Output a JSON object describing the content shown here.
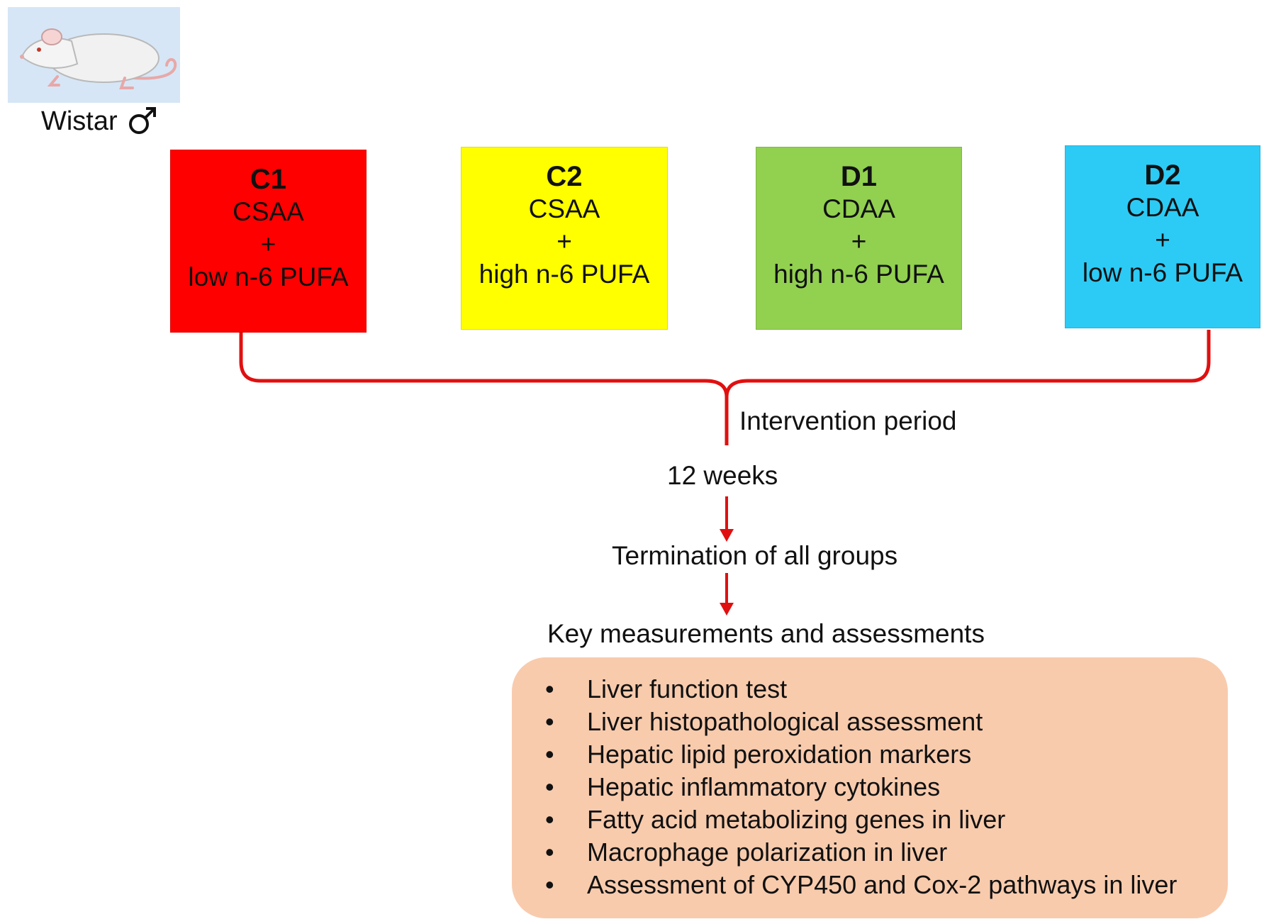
{
  "animal": {
    "strain": "Wistar",
    "sex_symbol": "male-symbol"
  },
  "groups": [
    {
      "id": "C1",
      "base_diet": "CSAA",
      "plus": "+",
      "pufa": "low n-6 PUFA",
      "color": "#ff0000"
    },
    {
      "id": "C2",
      "base_diet": "CSAA",
      "plus": "+",
      "pufa": "high n-6 PUFA",
      "color": "#ffff00"
    },
    {
      "id": "D1",
      "base_diet": "CDAA",
      "plus": "+",
      "pufa": "high n-6 PUFA",
      "color": "#92d050"
    },
    {
      "id": "D2",
      "base_diet": "CDAA",
      "plus": "+",
      "pufa": "low n-6 PUFA",
      "color": "#2ccbf5"
    }
  ],
  "flow": {
    "intervention_label": "Intervention period",
    "duration": "12 weeks",
    "termination": "Termination of all groups",
    "measurements_heading": "Key measurements and assessments",
    "connector_color": "#e01010"
  },
  "measurements": {
    "bullet": "•",
    "box_color": "#f8cbad",
    "items": [
      "Liver function test",
      "Liver histopathological assessment",
      "Hepatic lipid peroxidation markers",
      "Hepatic inflammatory cytokines",
      "Fatty acid metabolizing genes in liver",
      "Macrophage polarization in liver",
      "Assessment of CYP450 and Cox-2 pathways in liver"
    ]
  }
}
